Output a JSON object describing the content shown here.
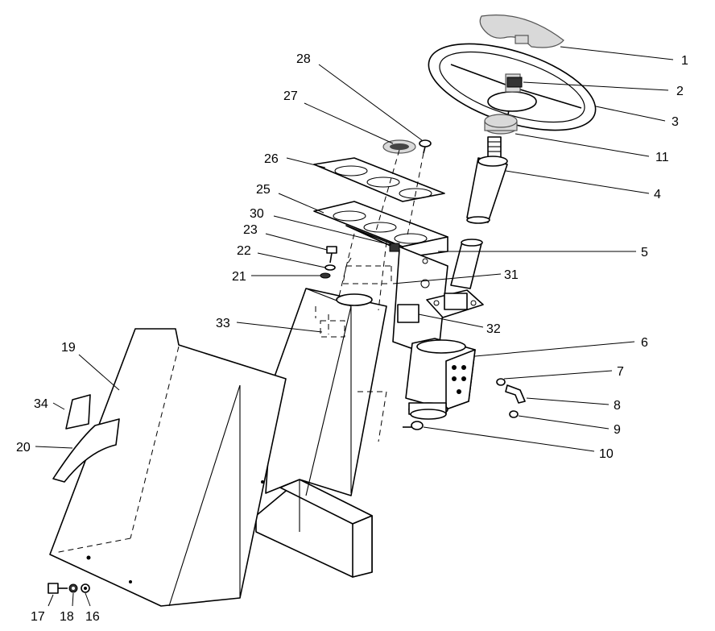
{
  "callouts": [
    {
      "id": "1",
      "text": "1"
    },
    {
      "id": "2",
      "text": "2"
    },
    {
      "id": "3",
      "text": "3"
    },
    {
      "id": "11",
      "text": "11"
    },
    {
      "id": "4",
      "text": "4"
    },
    {
      "id": "5",
      "text": "5"
    },
    {
      "id": "31",
      "text": "31"
    },
    {
      "id": "32",
      "text": "32"
    },
    {
      "id": "6",
      "text": "6"
    },
    {
      "id": "7",
      "text": "7"
    },
    {
      "id": "8",
      "text": "8"
    },
    {
      "id": "9",
      "text": "9"
    },
    {
      "id": "10",
      "text": "10"
    },
    {
      "id": "28",
      "text": "28"
    },
    {
      "id": "27",
      "text": "27"
    },
    {
      "id": "26",
      "text": "26"
    },
    {
      "id": "25",
      "text": "25"
    },
    {
      "id": "30",
      "text": "30"
    },
    {
      "id": "23",
      "text": "23"
    },
    {
      "id": "22",
      "text": "22"
    },
    {
      "id": "21",
      "text": "21"
    },
    {
      "id": "33",
      "text": "33"
    },
    {
      "id": "19",
      "text": "19"
    },
    {
      "id": "34",
      "text": "34"
    },
    {
      "id": "20",
      "text": "20"
    },
    {
      "id": "17",
      "text": "17"
    },
    {
      "id": "18",
      "text": "18"
    },
    {
      "id": "16",
      "text": "16"
    }
  ]
}
